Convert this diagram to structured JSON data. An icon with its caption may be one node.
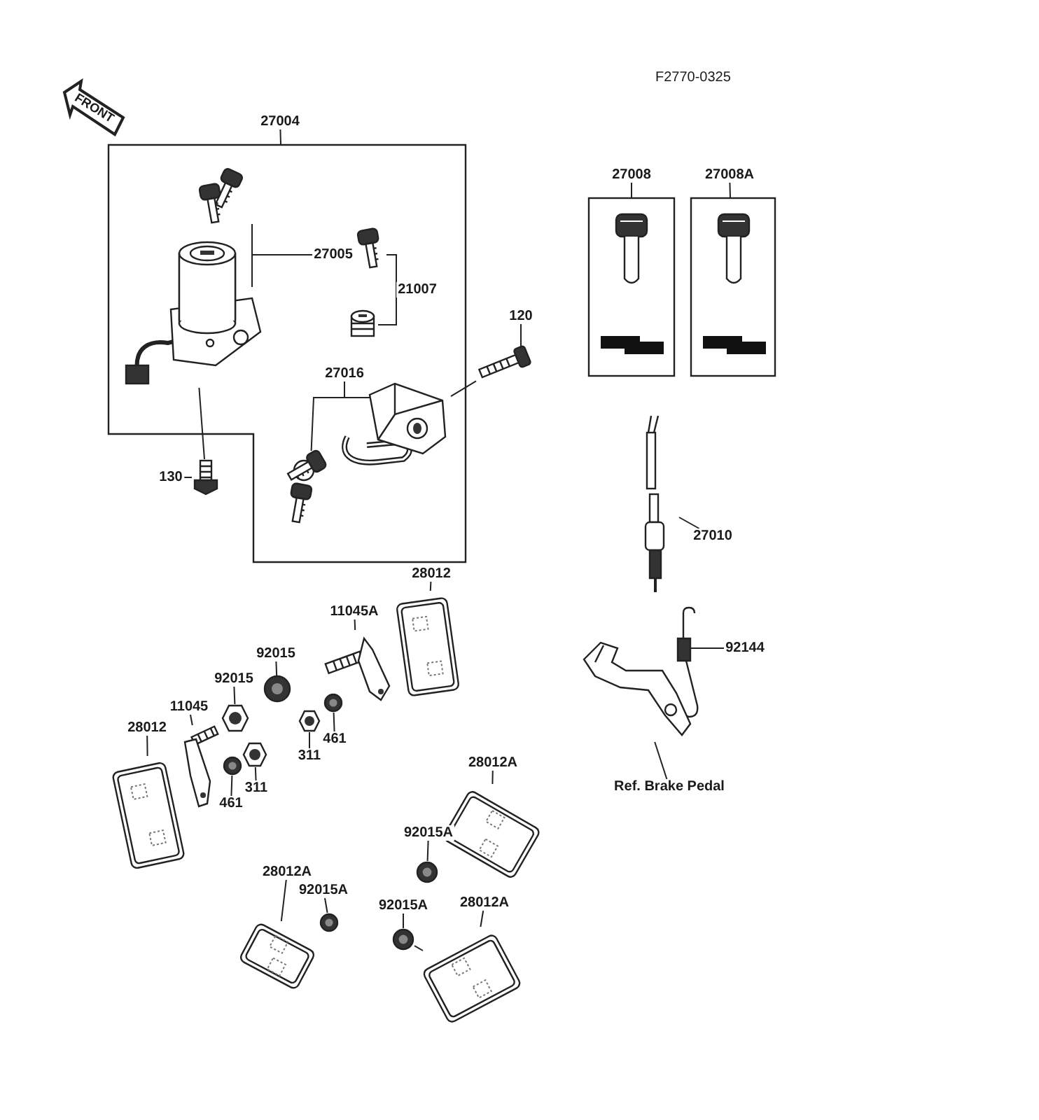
{
  "diagram": {
    "nodes": [
      {
        "text": [
          "27004"
        ]
      },
      {
        "text": [],
        "shape": "box"
      },
      {
        "text": [],
        "shape": "picture",
        "in": 1
      },
      {
        "text": [
          "27005"
        ],
        "in": 1
      },
      {
        "text": [],
        "shape": "picture",
        "in": 1
      },
      {
        "text": [],
        "shape": "picture",
        "in": 1
      },
      {
        "text": [
          "21007"
        ],
        "in": 1
      },
      {
        "text": [],
        "shape": "picture",
        "in": 1
      },
      {
        "text": [
          "120"
        ]
      },
      {
        "text": [],
        "shape": "picture"
      },
      {
        "text": [
          "27016"
        ],
        "in": 1
      },
      {
        "text": [],
        "shape": "picture",
        "in": 1
      },
      {
        "text": [],
        "shape": "picture",
        "in": 1
      },
      {
        "text": [
          "130"
        ]
      },
      {
        "text": [],
        "shape": "picture"
      },
      {
        "text": [
          "27008"
        ]
      },
      {
        "text": [],
        "shape": "picture"
      },
      {
        "text": [
          "27008A"
        ]
      },
      {
        "text": [],
        "shape": "picture"
      },
      {
        "text": [],
        "shape": "picture"
      },
      {
        "text": [
          "27010"
        ]
      },
      {
        "text": [],
        "shape": "picture"
      },
      {
        "text": [
          "92144"
        ]
      },
      {
        "text": [],
        "shape": "picture"
      },
      {
        "text": [
          "Ref. Brake Pedal"
        ]
      },
      {
        "text": [
          "28012"
        ]
      },
      {
        "text": [],
        "shape": "picture"
      },
      {
        "text": [
          "11045A"
        ]
      },
      {
        "text": [],
        "shape": "picture"
      },
      {
        "text": [
          "92015"
        ]
      },
      {
        "text": [],
        "shape": "picture"
      },
      {
        "text": [
          "92015"
        ]
      },
      {
        "text": [],
        "shape": "picture"
      },
      {
        "text": [
          "11045"
        ]
      },
      {
        "text": [],
        "shape": "picture"
      },
      {
        "text": [
          "28012"
        ]
      },
      {
        "text": [],
        "shape": "picture"
      },
      {
        "text": [],
        "shape": "picture"
      },
      {
        "text": [
          "461"
        ]
      },
      {
        "text": [],
        "shape": "picture"
      },
      {
        "text": [
          "311"
        ]
      },
      {
        "text": [],
        "shape": "picture"
      },
      {
        "text": [
          "461"
        ]
      },
      {
        "text": [],
        "shape": "picture"
      },
      {
        "text": [
          "311"
        ]
      },
      {
        "text": [
          "28012A"
        ]
      },
      {
        "text": [],
        "shape": "picture"
      },
      {
        "text": [
          "92015A"
        ]
      },
      {
        "text": [],
        "shape": "picture"
      },
      {
        "text": [
          "28012A"
        ]
      },
      {
        "text": [],
        "shape": "picture"
      },
      {
        "text": [
          "92015A"
        ]
      },
      {
        "text": [],
        "shape": "picture"
      },
      {
        "text": [
          "92015A"
        ]
      },
      {
        "text": [],
        "shape": "picture"
      },
      {
        "text": [
          "28012A"
        ]
      },
      {
        "text": [],
        "shape": "picture"
      }
    ],
    "edges": [
      {
        "from": 0,
        "to": 1,
        "arrow": "none"
      },
      {
        "from": 3,
        "to": 2,
        "arrow": "none"
      },
      {
        "from": 3,
        "to": 4,
        "arrow": "none"
      },
      {
        "from": 6,
        "to": 5,
        "arrow": "none"
      },
      {
        "from": 6,
        "to": 7,
        "arrow": "none"
      },
      {
        "from": 8,
        "to": 9,
        "arrow": "none"
      },
      {
        "from": 10,
        "to": 11,
        "arrow": "none"
      },
      {
        "from": 10,
        "to": 12,
        "arrow": "none"
      },
      {
        "from": 13,
        "to": 14,
        "arrow": "none"
      },
      {
        "from": 4,
        "to": 14,
        "arrow": "none"
      },
      {
        "from": 11,
        "to": 9,
        "arrow": "none"
      },
      {
        "from": 15,
        "to": 16,
        "arrow": "none"
      },
      {
        "from": 17,
        "to": 18,
        "arrow": "none"
      },
      {
        "from": 20,
        "to": 19,
        "arrow": "none"
      },
      {
        "from": 22,
        "to": 21,
        "arrow": "none"
      },
      {
        "from": 24,
        "to": 23,
        "arrow": "none"
      },
      {
        "from": 25,
        "to": 26,
        "arrow": "none"
      },
      {
        "from": 27,
        "to": 28,
        "arrow": "none"
      },
      {
        "from": 29,
        "to": 30,
        "arrow": "none"
      },
      {
        "from": 31,
        "to": 32,
        "arrow": "none"
      },
      {
        "from": 33,
        "to": 34,
        "arrow": "none"
      },
      {
        "from": 35,
        "to": 36,
        "arrow": "none"
      },
      {
        "from": 38,
        "to": 37,
        "arrow": "none"
      },
      {
        "from": 40,
        "to": 39,
        "arrow": "none"
      },
      {
        "from": 42,
        "to": 41,
        "arrow": "none"
      },
      {
        "from": 44,
        "to": 43,
        "arrow": "none"
      },
      {
        "from": 45,
        "to": 46,
        "arrow": "none"
      },
      {
        "from": 47,
        "to": 48,
        "arrow": "none"
      },
      {
        "from": 49,
        "to": 50,
        "arrow": "none"
      },
      {
        "from": 51,
        "to": 52,
        "arrow": "none"
      },
      {
        "from": 53,
        "to": 54,
        "arrow": "none"
      },
      {
        "from": 55,
        "to": 56,
        "arrow": "none"
      },
      {
        "from": 54,
        "to": 56,
        "arrow": "none"
      }
    ],
    "labels": [
      "F2770-0325",
      "FRONT"
    ]
  }
}
